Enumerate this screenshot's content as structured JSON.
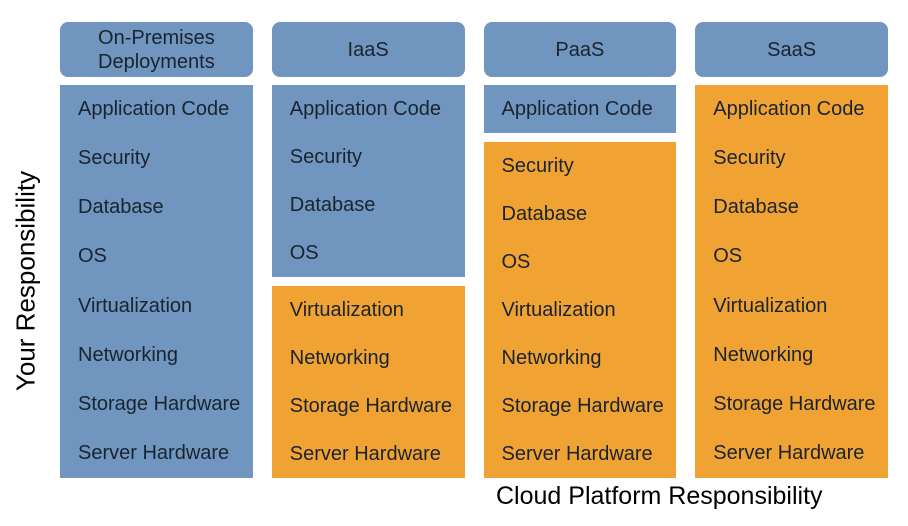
{
  "colors": {
    "your_responsibility": "#7095bf",
    "cloud_responsibility": "#f0a232",
    "row_text": "#1a2430",
    "axis_label_text": "#000000"
  },
  "left_axis_label": "Your Responsibility",
  "bottom_axis_label": "Cloud Platform Responsibility",
  "columns": [
    {
      "id": "on-premises",
      "title": "On-Premises Deployments",
      "segments": [
        {
          "owner": "your_responsibility",
          "rows": [
            "Application Code",
            "Security",
            "Database",
            "OS",
            "Virtualization",
            "Networking",
            "Storage Hardware",
            "Server Hardware"
          ]
        }
      ]
    },
    {
      "id": "iaas",
      "title": "IaaS",
      "segments": [
        {
          "owner": "your_responsibility",
          "rows": [
            "Application Code",
            "Security",
            "Database",
            "OS"
          ]
        },
        {
          "owner": "cloud_responsibility",
          "rows": [
            "Virtualization",
            "Networking",
            "Storage Hardware",
            "Server Hardware"
          ]
        }
      ]
    },
    {
      "id": "paas",
      "title": "PaaS",
      "segments": [
        {
          "owner": "your_responsibility",
          "rows": [
            "Application Code"
          ]
        },
        {
          "owner": "cloud_responsibility",
          "rows": [
            "Security",
            "Database",
            "OS",
            "Virtualization",
            "Networking",
            "Storage Hardware",
            "Server Hardware"
          ]
        }
      ]
    },
    {
      "id": "saas",
      "title": "SaaS",
      "segments": [
        {
          "owner": "cloud_responsibility",
          "rows": [
            "Application Code",
            "Security",
            "Database",
            "OS",
            "Virtualization",
            "Networking",
            "Storage Hardware",
            "Server Hardware"
          ]
        }
      ]
    }
  ]
}
